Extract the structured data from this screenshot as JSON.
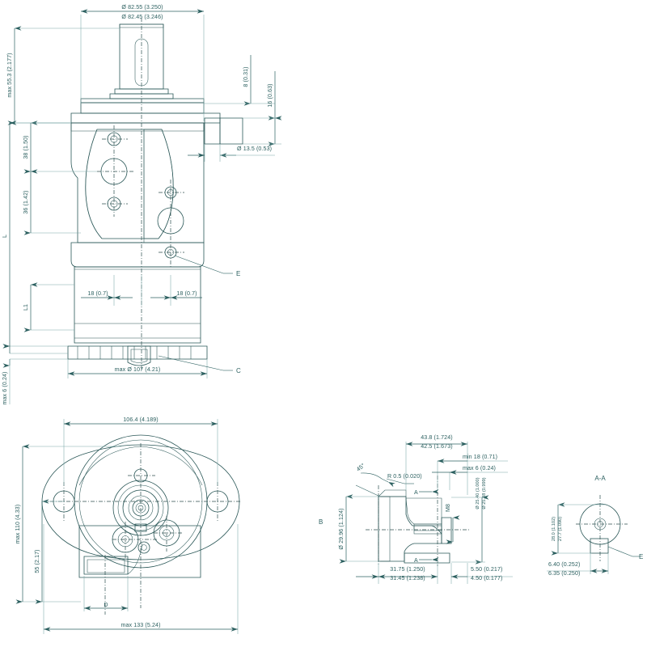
{
  "drawing": {
    "title": "Hydraulic orbital motor dimensional drawing",
    "colors": {
      "body_mid": "#92b4b4",
      "body_dark": "#7ba4a4",
      "body_light": "#b9cfcf",
      "body_lighter": "#cfdede",
      "outline": "#2a5757",
      "dimension": "#2c6060",
      "extension": "#7aa8a8",
      "background": "#ffffff"
    },
    "views": {
      "front": {
        "name": "front-elevation-view"
      },
      "bottom": {
        "name": "bottom-plan-view"
      },
      "detail_b": {
        "name": "detail-view-b"
      },
      "section_aa": {
        "name": "section-view-a-a"
      }
    }
  },
  "front_view": {
    "dimensions": {
      "shaft_dia_upper": "Ø 82.55 (3.250)",
      "shaft_dia_lower": "Ø 82.45 (3.246)",
      "max_height": "max 55.3 (2.177)",
      "h_38": "38 (1.50)",
      "h_36": "36 (1.42)",
      "len_l": "L",
      "len_l1": "L1",
      "max_6": "max 6 (0.24)",
      "dim_8": "8 (0.31)",
      "dim_16": "16 (0.63)",
      "port_dia": "Ø 13.5 (0.53)",
      "bolt_left": "18 (0.7)",
      "bolt_right": "18 (0.7)",
      "max_dia": "max Ø 107 (4.21)"
    },
    "leaders": {
      "e": "E",
      "c": "C"
    }
  },
  "bottom_view": {
    "dimensions": {
      "width_106": "106.4 (4.189)",
      "max_110": "max 110 (4.33)",
      "dim_55": "55 (2.17)",
      "max_133": "max 133 (5.24)",
      "label_d": "D"
    }
  },
  "detail_b": {
    "label": "B",
    "dimensions": {
      "len_438": "43.8 (1.724)",
      "len_425": "42.5 (1.673)",
      "min_18": "min 18 (0.71)",
      "max_6": "max 6 (0.24)",
      "thread": "M8",
      "dia_upper": "Ø 25.40 (1.000)",
      "dia_lower": "Ø 25.38 (0.999)",
      "shaft_dia": "Ø 29.96 (1.124)",
      "chamfer": "45°",
      "radius": "R 0.5 (0.020)",
      "section_top": "A",
      "section_bottom": "A",
      "len_3175": "31.75 (1.250)",
      "len_3145": "31.45 (1.238)",
      "len_550": "5.50 (0.217)",
      "len_450": "4.50 (0.177)"
    }
  },
  "section_aa": {
    "label": "A-A",
    "dimensions": {
      "dim_280": "28.0 (1.102)",
      "dim_277": "27.7 (1.090)",
      "dim_640": "6.40 (0.252)",
      "dim_635": "6.35 (0.250)",
      "leader_e": "E"
    }
  }
}
